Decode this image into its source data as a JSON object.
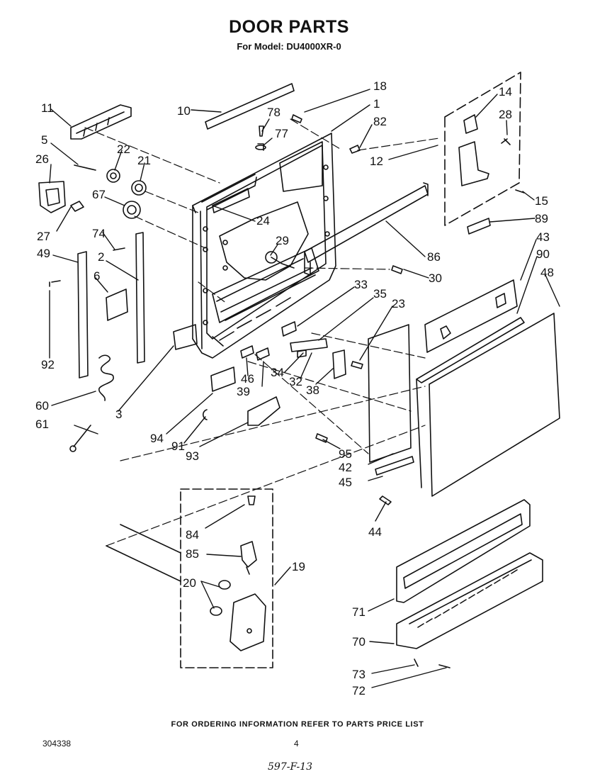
{
  "title": "DOOR PARTS",
  "subtitle": "For Model: DU4000XR-0",
  "footer_note": "FOR ORDERING INFORMATION REFER TO PARTS PRICE LIST",
  "document_number": "304338",
  "page_number": "4",
  "handwritten_code": "597-F-13",
  "part_labels": [
    "11",
    "10",
    "18",
    "1",
    "78",
    "77",
    "82",
    "14",
    "28",
    "5",
    "22",
    "21",
    "26",
    "12",
    "67",
    "15",
    "89",
    "24",
    "27",
    "29",
    "74",
    "43",
    "86",
    "49",
    "2",
    "30",
    "90",
    "48",
    "6",
    "33",
    "35",
    "23",
    "92",
    "34",
    "32",
    "38",
    "46",
    "39",
    "60",
    "3",
    "61",
    "94",
    "91",
    "93",
    "95",
    "42",
    "45",
    "44",
    "84",
    "85",
    "19",
    "20",
    "71",
    "70",
    "73",
    "72"
  ]
}
